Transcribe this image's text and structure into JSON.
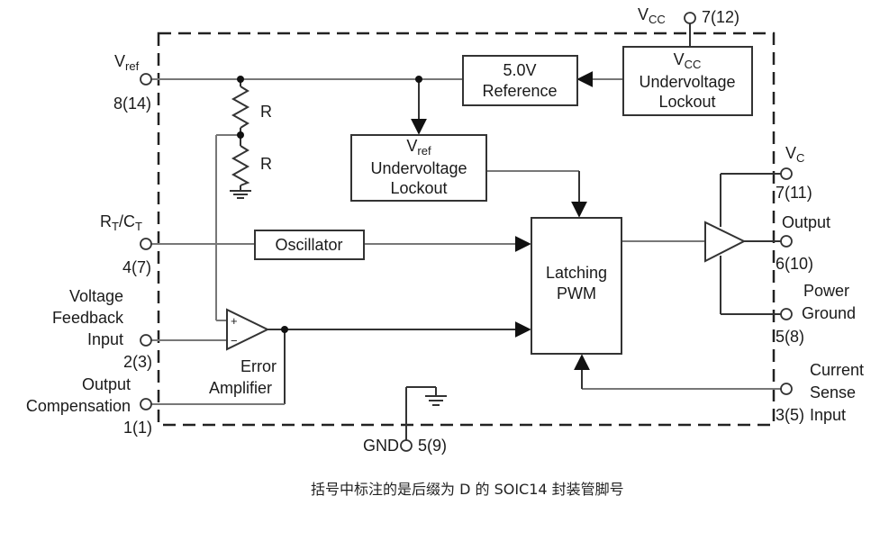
{
  "blocks": {
    "ref_5v": [
      "5.0V",
      "Reference"
    ],
    "vcc_uvlo": [
      "V",
      "CC",
      "Undervoltage",
      "Lockout"
    ],
    "vref_uvlo": [
      "V",
      "ref",
      "Undervoltage",
      "Lockout"
    ],
    "oscillator": "Oscillator",
    "pwm": [
      "Latching",
      "PWM"
    ],
    "error_amp": [
      "Error",
      "Amplifier"
    ],
    "resistor": "R",
    "amp_plus": "+",
    "amp_minus": "−"
  },
  "pins": {
    "vref": {
      "name": "V",
      "sub": "ref",
      "num": "8(14)"
    },
    "rtct": {
      "name": "R",
      "sub1": "T",
      "mid": "/C",
      "sub2": "T",
      "num": "4(7)"
    },
    "vfb": {
      "name": [
        "Voltage",
        "Feedback",
        "Input"
      ],
      "num": "2(3)"
    },
    "comp": {
      "name": [
        "Output",
        "Compensation"
      ],
      "num": "1(1)"
    },
    "vcc": {
      "name": "V",
      "sub": "CC",
      "num": "7(12)"
    },
    "vc": {
      "name": "V",
      "sub": "C",
      "num": "7(11)"
    },
    "output": {
      "name": "Output",
      "num": "6(10)"
    },
    "pgnd": {
      "name": [
        "Power",
        "Ground"
      ],
      "num": "5(8)"
    },
    "isense": {
      "name": [
        "Current",
        "Sense",
        "Input"
      ],
      "num": "3(5)"
    },
    "gnd": {
      "name": "GND",
      "num": "5(9)"
    }
  },
  "caption": "括号中标注的是后缀为 D 的 SOIC14 封装管脚号"
}
